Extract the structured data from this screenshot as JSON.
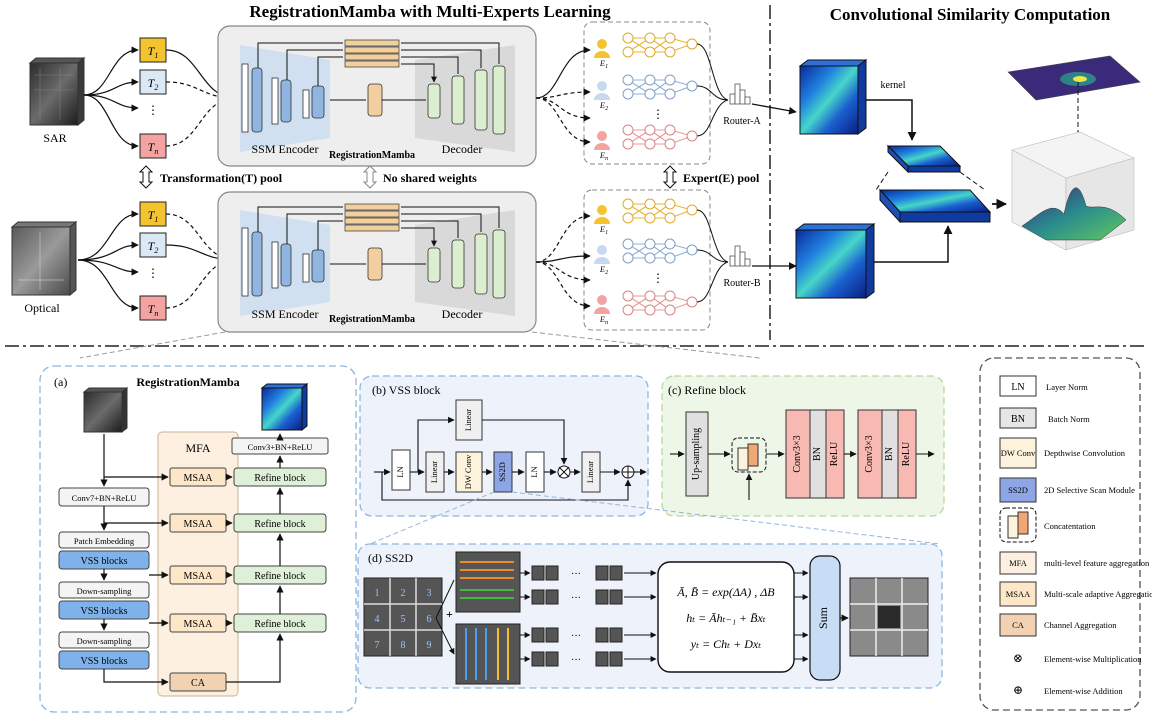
{
  "top": {
    "title_left": "RegistrationMamba with Multi-Experts Learning",
    "title_right": "Convolutional Similarity Computation",
    "input_sar": "SAR",
    "input_optical": "Optical",
    "t_labels": [
      "T1",
      "T2",
      "⋮",
      "Tn"
    ],
    "encoder_label": "SSM Encoder",
    "decoder_label": "Decoder",
    "model_label": "RegistrationMamba",
    "experts": [
      "E1",
      "E2",
      "En"
    ],
    "router_a": "Router-A",
    "router_b": "Router-B",
    "transform_pool": "Transformation(T) pool",
    "no_shared": "No shared weights",
    "expert_pool": "Expert(E) pool",
    "kernel": "kernel"
  },
  "panel_a": {
    "tag": "(a)",
    "title": "RegistrationMamba",
    "mfa": "MFA",
    "conv7": "Conv7+BN+ReLU",
    "patch_embedding": "Patch Embedding",
    "vss_blocks": "VSS blocks",
    "down_sampling": "Down-sampling",
    "msaa": "MSAA",
    "ca": "CA",
    "refine": "Refine block",
    "conv3": "Conv3+BN+ReLU"
  },
  "panel_b": {
    "title": "(b) VSS block",
    "ln": "LN",
    "linear": "Linear",
    "dwconv": "DW Conv",
    "ss2d": "SS2D"
  },
  "panel_c": {
    "title": "(c) Refine block",
    "upsampling": "Up-sampling",
    "conv3x3": "Conv3×3",
    "bn": "BN",
    "relu": "ReLU"
  },
  "panel_d": {
    "title": "(d) SS2D",
    "eq1": "Ā, B̄ = exp(ΔA) , ΔB",
    "eq2": "hₜ = Āhₜ₋₁ + B̄xₜ",
    "eq3": "yₜ = Chₜ + Dxₜ",
    "sum": "Sum",
    "grid_nums": [
      "1",
      "2",
      "3",
      "4",
      "5",
      "6",
      "7",
      "8",
      "9"
    ]
  },
  "legend": {
    "items": [
      {
        "key": "LN",
        "desc": "Layer Norm"
      },
      {
        "key": "BN",
        "desc": "Batch Norm"
      },
      {
        "key": "DW Conv",
        "desc": "Depthwise Convolution"
      },
      {
        "key": "SS2D",
        "desc": "2D Selective Scan Module"
      },
      {
        "key": "",
        "desc": "Concatentation"
      },
      {
        "key": "MFA",
        "desc": "multi-level feature aggregation"
      },
      {
        "key": "MSAA",
        "desc": "Multi-scale adaptive Aggregation"
      },
      {
        "key": "CA",
        "desc": "Channel Aggregation"
      },
      {
        "key": "⊗",
        "desc": "Element-wise Multiplication"
      },
      {
        "key": "⊕",
        "desc": "Element-wise Addition"
      }
    ]
  },
  "colors": {
    "t_top": "#f4c430",
    "t_mid": "#dbe8f5",
    "t_bottom": "#f4a3a3",
    "encoder_blue": "#8fb5e0",
    "decoder_green": "#dbeed0",
    "vss_blue": "#7fb2ea",
    "msaa": "#fde7c8",
    "refine": "#dff0d8",
    "conv_pink": "#f7b9b2",
    "ss2d": "#8ea6e6"
  }
}
